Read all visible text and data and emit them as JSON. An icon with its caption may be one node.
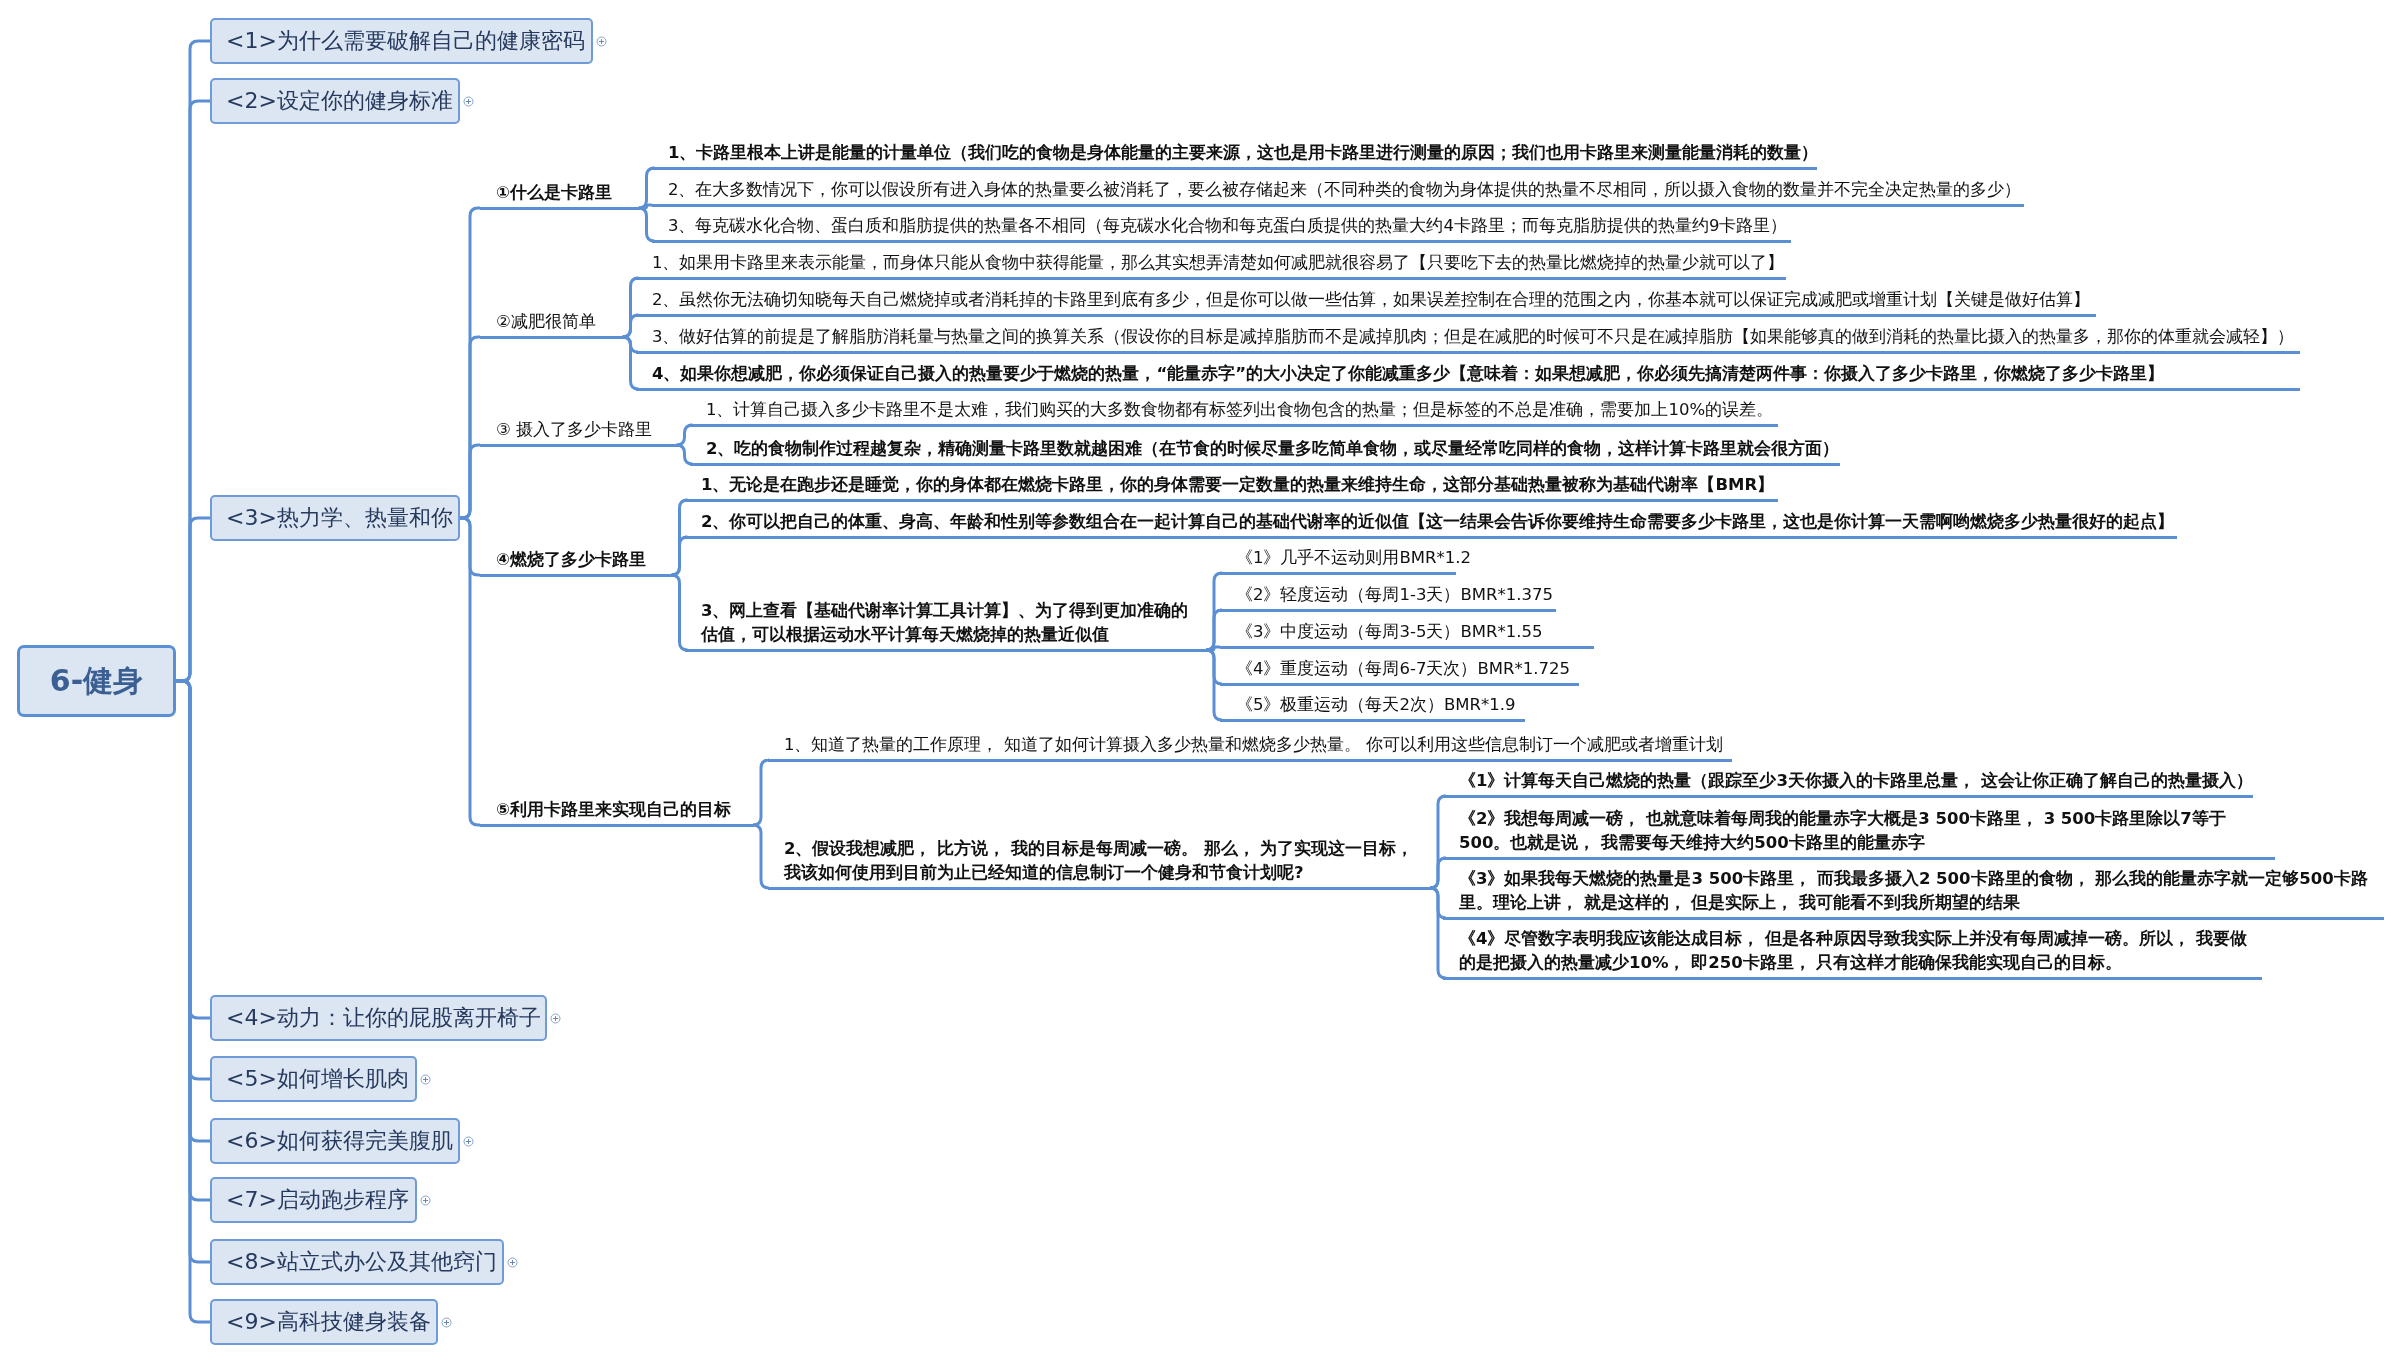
{
  "diagram": {
    "nodes": [
      {
        "text": [
          "6-健身"
        ]
      },
      {
        "text": [
          "<1>为什么需要破解自己的健康密码"
        ]
      },
      {
        "text": [
          "<2>设定你的健身标准"
        ]
      },
      {
        "text": [
          "<3>热力学、热量和你"
        ]
      },
      {
        "text": [
          "①什么是卡路里"
        ]
      },
      {
        "text": [
          "1、卡路里根本上讲是能量的计量单位（我们吃的食物是身体能量的主要来源，这也是用卡路里进行测量的原因；我们也用卡路里来测量能量消耗的数量）"
        ]
      },
      {
        "text": [
          "2、在大多数情况下，你可以假设所有进入身体的热量要么被消耗了，要么被存储起来（不同种类的食物为身体提供的热量不尽相同，所以摄入食物的数量并不完全决定热量的多少）"
        ]
      },
      {
        "text": [
          "3、每克碳水化合物、蛋白质和脂肪提供的热量各不相同（每克碳水化合物和每克蛋白质提供的热量大约4卡路里；而每克脂肪提供的热量约9卡路里）"
        ]
      },
      {
        "text": [
          "②减肥很简单"
        ]
      },
      {
        "text": [
          "1、如果用卡路里来表示能量，而身体只能从食物中获得能量，那么其实想弄清楚如何减肥就很容易了【只要吃下去的热量比燃烧掉的热量少就可以了】"
        ]
      },
      {
        "text": [
          "2、虽然你无法确切知晓每天自己燃烧掉或者消耗掉的卡路里到底有多少，但是你可以做一些估算，如果误差控制在合理的范围之内，你基本就可以保证完成减肥或增重计划【关键是做好估算】"
        ]
      },
      {
        "text": [
          "3、做好估算的前提是了解脂肪消耗量与热量之间的换算关系（假设你的目标是减掉脂肪而不是减掉肌肉；但是在减肥的时候可不只是在减掉脂肪【如果能够真的做到消耗的热量比摄入的热量多，那你的体重就会减轻】）"
        ]
      },
      {
        "text": [
          "4、如果你想减肥，你必须保证自己摄入的热量要少于燃烧的热量，“能量赤字”的大小决定了你能减重多少【意味着：如果想减肥，你必须先搞清楚两件事：你摄入了多少卡路里，你燃烧了多少卡路里】"
        ]
      },
      {
        "text": [
          "③ 摄入了多少卡路里"
        ]
      },
      {
        "text": [
          "1、计算自己摄入多少卡路里不是太难，我们购买的大多数食物都有标签列出食物包含的热量；但是标签的不总是准确，需要加上10%的误差。"
        ]
      },
      {
        "text": [
          "2、吃的食物制作过程越复杂，精确测量卡路里数就越困难（在节食的时候尽量多吃简单食物，或尽量经常吃同样的食物，这样计算卡路里就会很方面）"
        ]
      },
      {
        "text": [
          "④燃烧了多少卡路里"
        ]
      },
      {
        "text": [
          "1、无论是在跑步还是睡觉，你的身体都在燃烧卡路里，你的身体需要一定数量的热量来维持生命，这部分基础热量被称为基础代谢率【BMR】"
        ]
      },
      {
        "text": [
          "2、你可以把自己的体重、身高、年龄和性别等参数组合在一起计算自己的基础代谢率的近似值【这一结果会告诉你要维持生命需要多少卡路里，这也是你计算一天需啊哟燃烧多少热量很好的起点】"
        ]
      },
      {
        "text": [
          "3、网上查看【基础代谢率计算工具计算】、为了得到更加准确的估值，可以根据运动水平计算每天燃烧掉的热量近似值"
        ]
      },
      {
        "text": [
          "《1》几乎不运动则用BMR*1.2"
        ]
      },
      {
        "text": [
          "《2》轻度运动（每周1-3天）BMR*1.375"
        ]
      },
      {
        "text": [
          "《3》中度运动（每周3-5天）BMR*1.55"
        ]
      },
      {
        "text": [
          "《4》重度运动（每周6-7天次）BMR*1.725"
        ]
      },
      {
        "text": [
          "《5》极重运动（每天2次）BMR*1.9"
        ]
      },
      {
        "text": [
          "⑤利用卡路里来实现自己的目标"
        ]
      },
      {
        "text": [
          "1、知道了热量的工作原理， 知道了如何计算摄入多少热量和燃烧多少热量。 你可以利用这些信息制订一个减肥或者增重计划"
        ]
      },
      {
        "text": [
          "2、假设我想减肥， 比方说， 我的目标是每周减一磅。 那么， 为了实现这一目标，我该如何使用到目前为止已经知道的信息制订一个健身和节食计划呢?"
        ]
      },
      {
        "text": [
          "《1》计算每天自己燃烧的热量（跟踪至少3天你摄入的卡路里总量， 这会让你正确了解自己的热量摄入）"
        ]
      },
      {
        "text": [
          "《2》我想每周减一磅， 也就意味着每周我的能量赤字大概是3 500卡路里， 3 500卡路里除以7等于500。也就是说， 我需要每天维持大约500卡路里的能量赤字"
        ]
      },
      {
        "text": [
          "《3》如果我每天燃烧的热量是3 500卡路里， 而我最多摄入2 500卡路里的食物， 那么我的能量赤字就一定够500卡路里。理论上讲， 就是这样的， 但是实际上， 我可能看不到我所期望的结果"
        ]
      },
      {
        "text": [
          "《4》尽管数字表明我应该能达成目标， 但是各种原因导致我实际上并没有每周减掉一磅。所以， 我要做的是把摄入的热量减少10%， 即250卡路里， 只有这样才能确保我能实现自己的目标。"
        ]
      },
      {
        "text": [
          "<4>动力：让你的屁股离开椅子"
        ]
      },
      {
        "text": [
          "<5>如何增长肌肉"
        ]
      },
      {
        "text": [
          "<6>如何获得完美腹肌"
        ]
      },
      {
        "text": [
          "<7>启动跑步程序"
        ]
      },
      {
        "text": [
          "<8>站立式办公及其他窍门"
        ]
      },
      {
        "text": [
          "<9>高科技健身装备"
        ]
      }
    ],
    "edges": [
      {
        "from": 0,
        "to": 1,
        "arrow": "none"
      },
      {
        "from": 0,
        "to": 2,
        "arrow": "none"
      },
      {
        "from": 0,
        "to": 3,
        "arrow": "none"
      },
      {
        "from": 3,
        "to": 4,
        "arrow": "none"
      },
      {
        "from": 4,
        "to": 5,
        "arrow": "none"
      },
      {
        "from": 4,
        "to": 6,
        "arrow": "none"
      },
      {
        "from": 4,
        "to": 7,
        "arrow": "none"
      },
      {
        "from": 3,
        "to": 8,
        "arrow": "none"
      },
      {
        "from": 8,
        "to": 9,
        "arrow": "none"
      },
      {
        "from": 8,
        "to": 10,
        "arrow": "none"
      },
      {
        "from": 8,
        "to": 11,
        "arrow": "none"
      },
      {
        "from": 8,
        "to": 12,
        "arrow": "none"
      },
      {
        "from": 3,
        "to": 13,
        "arrow": "none"
      },
      {
        "from": 13,
        "to": 14,
        "arrow": "none"
      },
      {
        "from": 13,
        "to": 15,
        "arrow": "none"
      },
      {
        "from": 3,
        "to": 16,
        "arrow": "none"
      },
      {
        "from": 16,
        "to": 17,
        "arrow": "none"
      },
      {
        "from": 16,
        "to": 18,
        "arrow": "none"
      },
      {
        "from": 16,
        "to": 19,
        "arrow": "none"
      },
      {
        "from": 19,
        "to": 20,
        "arrow": "none"
      },
      {
        "from": 19,
        "to": 21,
        "arrow": "none"
      },
      {
        "from": 19,
        "to": 22,
        "arrow": "none"
      },
      {
        "from": 19,
        "to": 23,
        "arrow": "none"
      },
      {
        "from": 19,
        "to": 24,
        "arrow": "none"
      },
      {
        "from": 3,
        "to": 25,
        "arrow": "none"
      },
      {
        "from": 25,
        "to": 26,
        "arrow": "none"
      },
      {
        "from": 25,
        "to": 27,
        "arrow": "none"
      },
      {
        "from": 27,
        "to": 28,
        "arrow": "none"
      },
      {
        "from": 27,
        "to": 29,
        "arrow": "none"
      },
      {
        "from": 27,
        "to": 30,
        "arrow": "none"
      },
      {
        "from": 27,
        "to": 31,
        "arrow": "none"
      },
      {
        "from": 0,
        "to": 32,
        "arrow": "none"
      },
      {
        "from": 0,
        "to": 33,
        "arrow": "none"
      },
      {
        "from": 0,
        "to": 34,
        "arrow": "none"
      },
      {
        "from": 0,
        "to": 35,
        "arrow": "none"
      },
      {
        "from": 0,
        "to": 36,
        "arrow": "none"
      },
      {
        "from": 0,
        "to": 37,
        "arrow": "none"
      }
    ]
  }
}
